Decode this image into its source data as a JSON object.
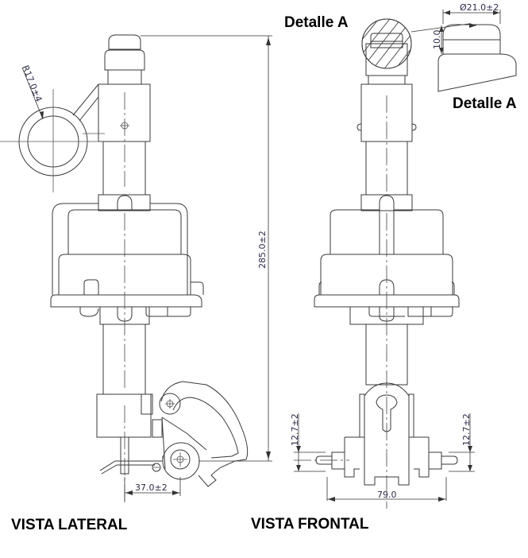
{
  "drawing": {
    "views": {
      "lateral": {
        "label": "VISTA LATERAL"
      },
      "frontal": {
        "label": "VISTA FRONTAL"
      }
    },
    "detail": {
      "callout_label": "Detalle A",
      "detail_label": "Detalle A"
    },
    "dimensions": {
      "overall_height": "285.0±2",
      "ring_radius": "R17.0±4",
      "lever_offset": "37.0±2",
      "cap_diameter": "Ø21.0±2",
      "cap_height": "10.0",
      "pin_height_left": "12.7±2",
      "pin_height_right": "12.7±2",
      "base_width": "79.0"
    }
  }
}
